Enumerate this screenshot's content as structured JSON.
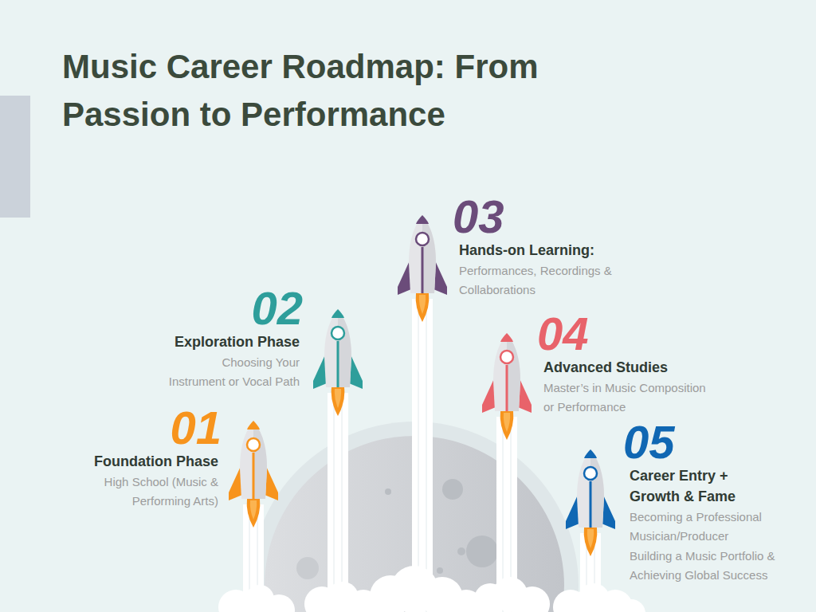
{
  "diagram": {
    "title": "Music Career Roadmap: From Passion to Performance",
    "nodes": [
      {
        "text": [
          "01",
          "Foundation Phase",
          "High School (Music & Performing Arts)"
        ]
      },
      {
        "text": [
          "02",
          "Exploration Phase",
          "Choosing Your Instrument or Vocal Path"
        ]
      },
      {
        "text": [
          "03",
          "Hands-on Learning:",
          "Performances, Recordings & Collaborations"
        ]
      },
      {
        "text": [
          "04",
          "Advanced Studies",
          "Master’s in Music Composition or Performance"
        ]
      },
      {
        "text": [
          "05",
          "Career Entry + Growth & Fame",
          "Becoming a Professional Musician/Producer",
          "Building a Music Portfolio & Achieving Global Success"
        ]
      }
    ]
  }
}
